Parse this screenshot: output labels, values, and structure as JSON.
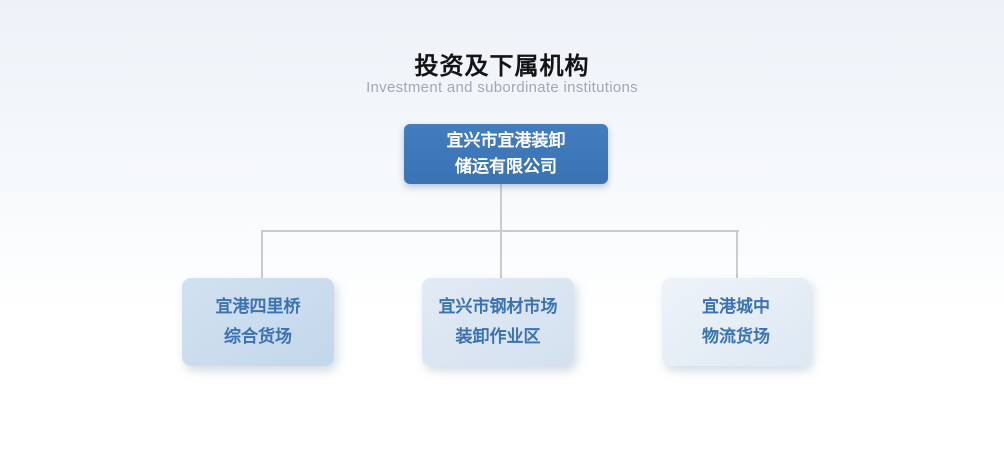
{
  "header": {
    "title": "投资及下属机构",
    "subtitle": "Investment and subordinate institutions"
  },
  "org_chart": {
    "root": {
      "label_line1": "宜兴市宜港装卸",
      "label_line2": "储运有限公司"
    },
    "children": [
      {
        "label_line1": "宜港四里桥",
        "label_line2": "综合货场"
      },
      {
        "label_line1": "宜兴市钢材市场",
        "label_line2": "装卸作业区"
      },
      {
        "label_line1": "宜港城中",
        "label_line2": "物流货场"
      }
    ]
  },
  "colors": {
    "page_bg_top": "#edf2f8",
    "page_bg_bottom": "#ffffff",
    "title_text": "#141414",
    "subtitle_text": "#a3a9af",
    "root_box_bg": "#3e78b8",
    "root_box_text": "#ffffff",
    "child_box_bg_1": "#c7daed",
    "child_box_bg_2": "#d9e5f2",
    "child_box_bg_3": "#e3ebf5",
    "child_box_text": "#3a72b2",
    "connector_line": "#c9cbcd"
  }
}
